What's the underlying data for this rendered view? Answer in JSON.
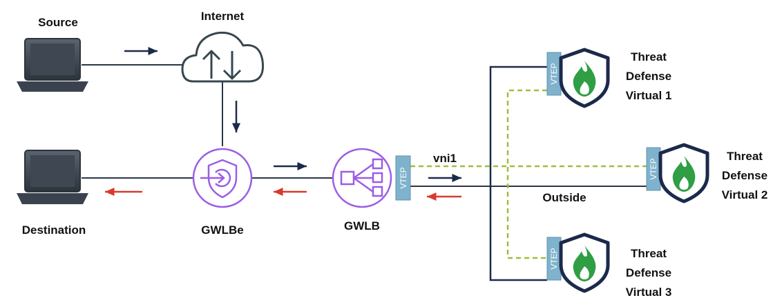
{
  "labels": {
    "source": "Source",
    "internet": "Internet",
    "destination": "Destination",
    "gwlbe": "GWLBe",
    "gwlb": "GWLB",
    "vni": "vni1",
    "outside": "Outside",
    "ftd1": [
      "Threat",
      "Defense",
      "Virtual 1"
    ],
    "ftd2": [
      "Threat",
      "Defense",
      "Virtual 2"
    ],
    "ftd3": [
      "Threat",
      "Defense",
      "Virtual 3"
    ],
    "vtep": "VTEP"
  },
  "colors": {
    "navy": "#1b2a4a",
    "arrow_red": "#d93a2b",
    "purple": "#9b5de5",
    "vtep_fill": "#7fb2cc",
    "dashed_green": "#9bbf3a",
    "flame": "#2f9e44",
    "cloud_stroke": "#37474f",
    "line": "#2b3646"
  },
  "icons": [
    "laptop-icon",
    "cloud-upload-download-icon",
    "gateway-endpoint-icon",
    "load-balancer-icon",
    "shield-flame-icon"
  ]
}
